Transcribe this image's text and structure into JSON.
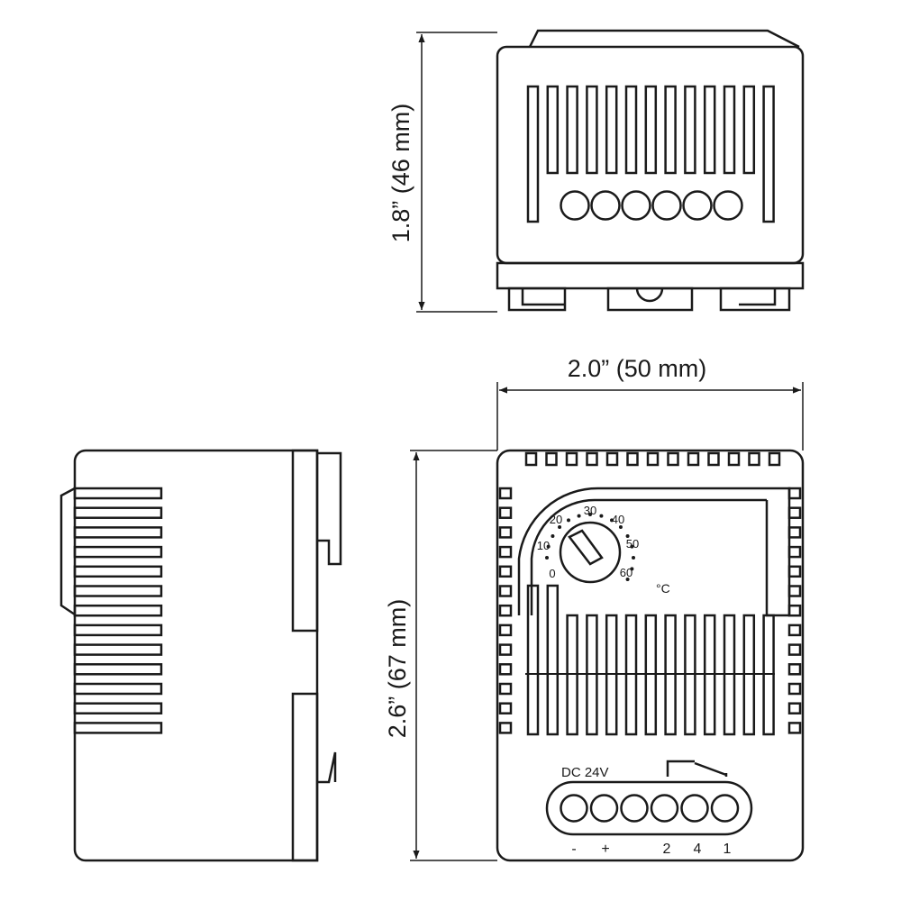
{
  "dimensions": {
    "height": "1.8” (46 mm)",
    "width": "2.0” (50 mm)",
    "depth": "2.6” (67 mm)"
  },
  "dial": {
    "scale": [
      "0",
      "10",
      "20",
      "30",
      "40",
      "50",
      "60"
    ],
    "unit": "°C"
  },
  "terminals": {
    "supply_label": "DC 24V",
    "labels": [
      "-",
      "+",
      "2",
      "4",
      "1"
    ]
  },
  "colors": {
    "stroke": "#1a1a1a",
    "background": "#ffffff"
  }
}
